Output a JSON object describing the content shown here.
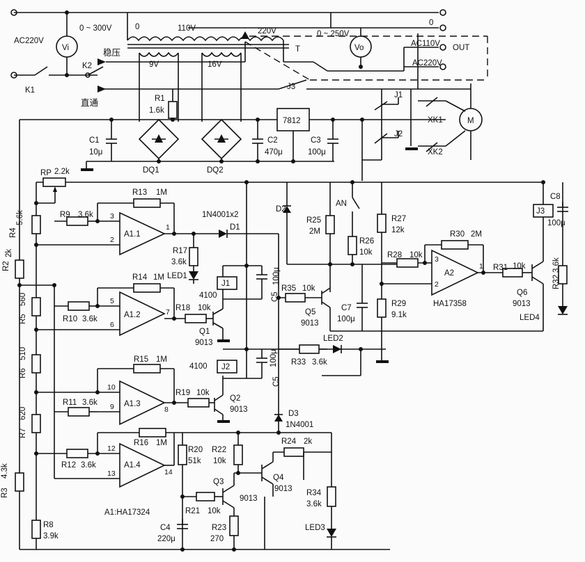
{
  "input": {
    "ac_label": "AC220V",
    "vi_label": "Vi",
    "vi_range": "0 ~ 300V",
    "k1": "K1",
    "k2": "K2",
    "regulated": "稳压",
    "direct": "直通"
  },
  "transformer": {
    "tap0": "0",
    "tap110": "110V",
    "tap220": "220V",
    "name": "T",
    "sec9": "9V",
    "sec16": "16V"
  },
  "output": {
    "vo_label": "Vo",
    "vo_range": "0 ~ 250V",
    "out0": "0",
    "ac110": "AC110V",
    "ac220": "AC220V",
    "out": "OUT"
  },
  "relays": {
    "j1": "J1",
    "j2": "J2",
    "j3": "J3",
    "xk1": "XK1",
    "xk2": "XK2",
    "motor": "M",
    "an": "AN"
  },
  "supply": {
    "r1": "R1",
    "r1v": "1.6k",
    "c1": "C1",
    "c1v": "10μ",
    "dq1": "DQ1",
    "dq2": "DQ2",
    "c2": "C2",
    "c2v": "470μ",
    "reg": "7812",
    "c3": "C3",
    "c3v": "100μ"
  },
  "divider": {
    "rp": "RP",
    "rpv": "2.2k",
    "r4": "R4",
    "r4v": "5.6k",
    "r2": "R2",
    "r2v": "2k",
    "r5": "R5",
    "r5v": "560",
    "r6": "R6",
    "r6v": "510",
    "r7": "R7",
    "r7v": "620",
    "r3": "R3",
    "r3v": "4.3k",
    "r8": "R8",
    "r8v": "3.9k"
  },
  "opamps": {
    "a11": "A1.1",
    "a12": "A1.2",
    "a13": "A1.3",
    "a14": "A1.4",
    "a1note": "A1:HA17324",
    "a2": "A2",
    "a2part": "HA17358",
    "r9": "R9",
    "r9v": "3.6k",
    "r13": "R13",
    "r13v": "1M",
    "r10": "R10",
    "r10v": "3.6k",
    "r14": "R14",
    "r14v": "1M",
    "r11": "R11",
    "r11v": "3.6k",
    "r15": "R15",
    "r15v": "1M",
    "r12": "R12",
    "r12v": "3.6k",
    "r16": "R16",
    "r16v": "1M",
    "p1": "1",
    "p2": "2",
    "p3": "3",
    "p5": "5",
    "p6": "6",
    "p7": "7",
    "p8": "8",
    "p9": "9",
    "p10": "10",
    "p12": "12",
    "p13": "13",
    "p14": "14"
  },
  "middle": {
    "d1note": "1N4001x2",
    "d1": "D1",
    "r17": "R17",
    "r17v": "3.6k",
    "led1": "LED1",
    "r18": "R18",
    "r18v": "10k",
    "q1": "Q1",
    "q1p": "9013",
    "r19": "R19",
    "r19v": "10k",
    "q2": "Q2",
    "q2p": "9013",
    "j1": "J1",
    "j1v": "4100",
    "j2": "J2",
    "j2v": "4100",
    "c5": "C5",
    "c5v": "100μ",
    "c5b": "C5",
    "c5bv": "100μ",
    "d3": "D3",
    "d3v": "1N4001"
  },
  "right": {
    "d2": "D2",
    "r25": "R25",
    "r25v": "2M",
    "r26": "R26",
    "r26v": "10k",
    "r27": "R27",
    "r27v": "12k",
    "r35": "R35",
    "r35v": "10k",
    "q5": "Q5",
    "q5p": "9013",
    "c7": "C7",
    "c7v": "100μ",
    "r29": "R29",
    "r29v": "9.1k",
    "r28": "R28",
    "r28v": "10k",
    "r30": "R30",
    "r30v": "2M",
    "r31": "R31",
    "r31v": "10k",
    "q6": "Q6",
    "q6p": "9013",
    "r32": "R32",
    "r32v": "3.6k",
    "led4": "LED4",
    "j3": "J3",
    "c8": "C8",
    "c8v": "100μ",
    "led2": "LED2",
    "r33": "R33",
    "r33v": "3.6k"
  },
  "bottom": {
    "r20": "R20",
    "r20v": "51k",
    "r22": "R22",
    "r22v": "10k",
    "r21": "R21",
    "r21v": "10k",
    "q3": "Q3",
    "q3p": "9013",
    "q4": "Q4",
    "q4p": "9013",
    "r24": "R24",
    "r24v": "2k",
    "r34": "R34",
    "r34v": "3.6k",
    "c4": "C4",
    "c4v": "220μ",
    "r23": "R23",
    "r23v": "270",
    "led3": "LED3"
  }
}
